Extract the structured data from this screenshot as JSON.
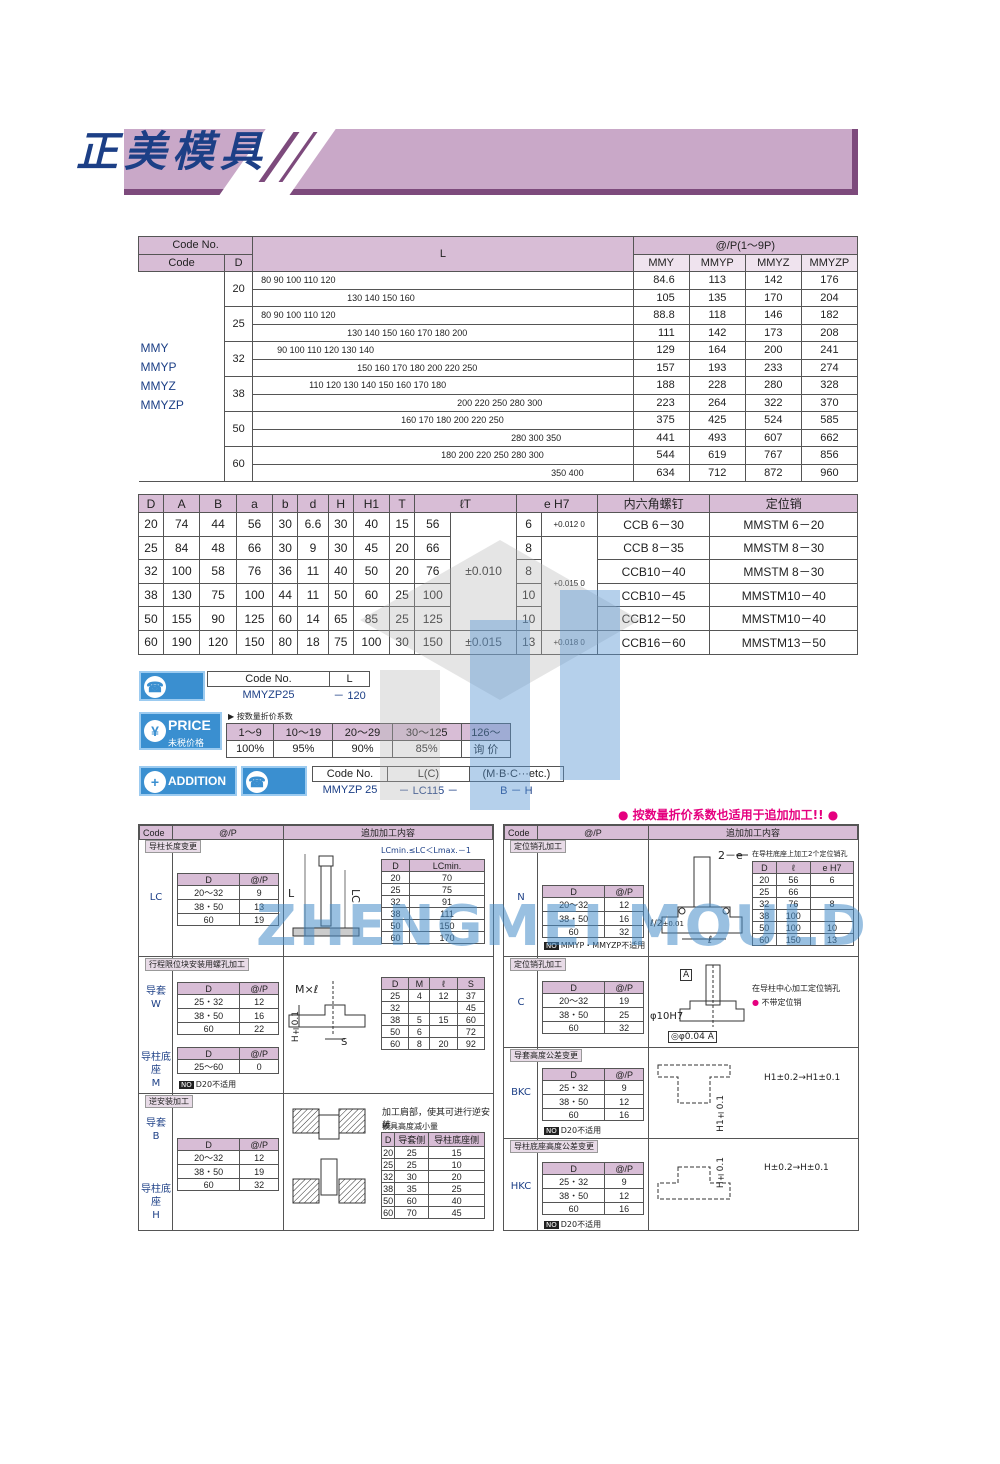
{
  "header": {
    "title": "正美模具"
  },
  "table1": {
    "h_code_no": "Code No.",
    "h_code": "Code",
    "h_d": "D",
    "h_l": "L",
    "h_price": "@/P(1～9P)",
    "price_cols": [
      "MMY",
      "MMYP",
      "MMYZ",
      "MMYZP"
    ],
    "codes": [
      "MMY",
      "MMYP",
      "MMYZ",
      "MMYZP"
    ],
    "groups": [
      {
        "d": "20",
        "rows": [
          {
            "l": "80 90 100 110 120",
            "p": [
              "84.6",
              "113",
              "142",
              "176"
            ]
          },
          {
            "l": "130 140 150 160",
            "p": [
              "105",
              "135",
              "170",
              "204"
            ]
          }
        ]
      },
      {
        "d": "25",
        "rows": [
          {
            "l": "80 90 100 110 120",
            "p": [
              "88.8",
              "118",
              "146",
              "182"
            ]
          },
          {
            "l": "130 140 150 160 170 180 200",
            "p": [
              "111",
              "142",
              "173",
              "208"
            ]
          }
        ]
      },
      {
        "d": "32",
        "rows": [
          {
            "l": "90 100 110 120 130 140",
            "p": [
              "129",
              "164",
              "200",
              "241"
            ]
          },
          {
            "l": "150 160 170 180 200 220 250",
            "p": [
              "157",
              "193",
              "233",
              "274"
            ]
          }
        ]
      },
      {
        "d": "38",
        "rows": [
          {
            "l": "110 120 130 140 150 160 170 180",
            "p": [
              "188",
              "228",
              "280",
              "328"
            ]
          },
          {
            "l": "200 220 250 280 300",
            "p": [
              "223",
              "264",
              "322",
              "370"
            ]
          }
        ]
      },
      {
        "d": "50",
        "rows": [
          {
            "l": "160 170 180 200 220 250",
            "p": [
              "375",
              "425",
              "524",
              "585"
            ]
          },
          {
            "l": "280 300 350",
            "p": [
              "441",
              "493",
              "607",
              "662"
            ]
          }
        ]
      },
      {
        "d": "60",
        "rows": [
          {
            "l": "180 200 220 250 280 300",
            "p": [
              "544",
              "619",
              "767",
              "856"
            ]
          },
          {
            "l": "350 400",
            "p": [
              "634",
              "712",
              "872",
              "960"
            ]
          }
        ]
      }
    ]
  },
  "table2": {
    "headers": [
      "D",
      "A",
      "B",
      "a",
      "b",
      "d",
      "H",
      "H1",
      "T",
      "ℓT",
      "e H7",
      "内六角螺钉",
      "定位销"
    ],
    "rows": [
      [
        "20",
        "74",
        "44",
        "56",
        "30",
        "6.6",
        "30",
        "40",
        "15",
        "56",
        "6",
        "CCB 6－30",
        "MMSTM 6－20"
      ],
      [
        "25",
        "84",
        "48",
        "66",
        "30",
        "9",
        "30",
        "45",
        "20",
        "66",
        "8",
        "CCB 8－35",
        "MMSTM 8－30"
      ],
      [
        "32",
        "100",
        "58",
        "76",
        "36",
        "11",
        "40",
        "50",
        "20",
        "76",
        "8",
        "CCB10－40",
        "MMSTM 8－30"
      ],
      [
        "38",
        "130",
        "75",
        "100",
        "44",
        "11",
        "50",
        "60",
        "25",
        "100",
        "10",
        "CCB10－45",
        "MMSTM10－40"
      ],
      [
        "50",
        "155",
        "90",
        "125",
        "60",
        "14",
        "65",
        "85",
        "25",
        "125",
        "10",
        "CCB12－50",
        "MMSTM10－40"
      ],
      [
        "60",
        "190",
        "120",
        "150",
        "80",
        "18",
        "75",
        "100",
        "30",
        "150",
        "13",
        "CCB16－60",
        "MMSTM13－50"
      ]
    ],
    "tol_a": "±0.010",
    "tol_b": "±0.015",
    "e_tol": [
      "+0.012 0",
      "+0.015 0",
      "+0.018 0"
    ]
  },
  "order": {
    "badge": "ORDER",
    "h_code": "Code No.",
    "h_l": "L",
    "code": "MMYZP25",
    "l": "－ 120"
  },
  "price": {
    "badge": "PRICE",
    "sub": "未税价格",
    "title": "▶ 按数量折价系数",
    "ranges": [
      "1～9",
      "10～19",
      "20～29",
      "30～125",
      "126～"
    ],
    "rates": [
      "100%",
      "95%",
      "90%",
      "85%",
      "询 价"
    ]
  },
  "addition": {
    "badge1": "ADDITION",
    "badge2": "ORDER",
    "h_code": "Code No.",
    "h_lc": "L(C)",
    "h_etc": "(M·B·C···etc.)",
    "v_code": "MMYZP 25",
    "v_lc": "－ LC115 －",
    "v_etc": "B － H"
  },
  "note_discount": "● 按数量折价系数也适用于追加加工!! ●",
  "left_panel": {
    "h_code": "Code",
    "h_price": "@/P",
    "h_content": "追加加工内容",
    "lc_label": "导柱长度变更",
    "lc_code": "LC",
    "lc_table": [
      [
        "D",
        "@/P"
      ],
      [
        "20～32",
        "9"
      ],
      [
        "38・50",
        "13"
      ],
      [
        "60",
        "19"
      ]
    ],
    "lc_cond": "LCmin.≤LC＜Lmax.－1",
    "lc_range": [
      [
        "D",
        "LCmin."
      ],
      [
        "20",
        "70"
      ],
      [
        "25",
        "75"
      ],
      [
        "32",
        "91"
      ],
      [
        "38",
        "111"
      ],
      [
        "50",
        "150"
      ],
      [
        "60",
        "170"
      ]
    ],
    "w_label": "行程限位块安装用螺孔加工",
    "w_code1": "导套",
    "w_code2": "W",
    "w_table": [
      [
        "D",
        "@/P"
      ],
      [
        "25・32",
        "12"
      ],
      [
        "38・50",
        "16"
      ],
      [
        "60",
        "22"
      ]
    ],
    "m_code1": "导柱底座",
    "m_code2": "M",
    "m_table": [
      [
        "D",
        "@/P"
      ],
      [
        "25～60",
        "0"
      ]
    ],
    "no_d20": "D20不适用",
    "ms_table": [
      [
        "D",
        "M",
        "ℓ",
        "S"
      ],
      [
        "25",
        "4",
        "12",
        "37"
      ],
      [
        "32",
        "",
        "",
        "45"
      ],
      [
        "38",
        "5",
        "15",
        "60"
      ],
      [
        "50",
        "6",
        "",
        "72"
      ],
      [
        "60",
        "8",
        "20",
        "92"
      ]
    ],
    "ms_label": "M×ℓ",
    "ms_h": "H±0.1",
    "ms_s": "S",
    "rev_label": "逆安装加工",
    "b_code1": "导套",
    "b_code2": "B",
    "h_code1": "导柱底座",
    "h_code2": "H",
    "b_table": [
      [
        "D",
        "@/P"
      ],
      [
        "20～32",
        "12"
      ],
      [
        "38・50",
        "19"
      ],
      [
        "60",
        "32"
      ]
    ],
    "rev_note1": "加工肩部，使其可进行逆安装",
    "rev_note2": "模具高度减小量",
    "rev_table": [
      [
        "D",
        "导套侧",
        "导柱底座侧"
      ],
      [
        "20",
        "25",
        "15"
      ],
      [
        "25",
        "25",
        "10"
      ],
      [
        "32",
        "30",
        "20"
      ],
      [
        "38",
        "35",
        "25"
      ],
      [
        "50",
        "60",
        "40"
      ],
      [
        "60",
        "70",
        "45"
      ]
    ],
    "lc_l": "L",
    "lc_lc": "LC"
  },
  "right_panel": {
    "h_code": "Code",
    "h_price": "@/P",
    "h_content": "追加加工内容",
    "n_label": "定位销孔加工",
    "n_code": "N",
    "n_table": [
      [
        "D",
        "@/P"
      ],
      [
        "20～32",
        "12"
      ],
      [
        "38・50",
        "16"
      ],
      [
        "60",
        "32"
      ]
    ],
    "n_no": "MMYP・MMYZP不适用",
    "n_note": "在导柱底座上加工2个定位销孔",
    "n_dim": "2－e",
    "n_l2": "ℓ/2",
    "n_tol": "±0.01",
    "n_l": "ℓ",
    "n_small": [
      [
        "D",
        "ℓ",
        "e H7"
      ],
      [
        "20",
        "56",
        "6"
      ],
      [
        "25",
        "66",
        ""
      ],
      [
        "32",
        "76",
        "8"
      ],
      [
        "38",
        "100",
        ""
      ],
      [
        "50",
        "100",
        "10"
      ],
      [
        "60",
        "150",
        "13"
      ]
    ],
    "c_label": "定位销孔加工",
    "c_code": "C",
    "c_table": [
      [
        "D",
        "@/P"
      ],
      [
        "20～32",
        "19"
      ],
      [
        "38・50",
        "25"
      ],
      [
        "60",
        "32"
      ]
    ],
    "c_note": "在导柱中心加工定位销孔",
    "c_note2": "不带定位销",
    "c_dim": "φ10H7",
    "c_frame": "◎φ0.04 A",
    "c_a": "A",
    "bkc_label": "导套高度公差变更",
    "bkc_code": "BKC",
    "bkc_table": [
      [
        "D",
        "@/P"
      ],
      [
        "25・32",
        "9"
      ],
      [
        "38・50",
        "12"
      ],
      [
        "60",
        "16"
      ]
    ],
    "bkc_note": "H1±0.2→H1±0.1",
    "bkc_dim": "H1±0.1",
    "hkc_label": "导柱底座高度公差变更",
    "hkc_code": "HKC",
    "hkc_table": [
      [
        "D",
        "@/P"
      ],
      [
        "25・32",
        "9"
      ],
      [
        "38・50",
        "12"
      ],
      [
        "60",
        "16"
      ]
    ],
    "hkc_note": "H±0.2→H±0.1",
    "hkc_dim": "H±0.1",
    "no_d20": "D20不适用"
  },
  "watermark": "ZHENGMEI MOULD"
}
